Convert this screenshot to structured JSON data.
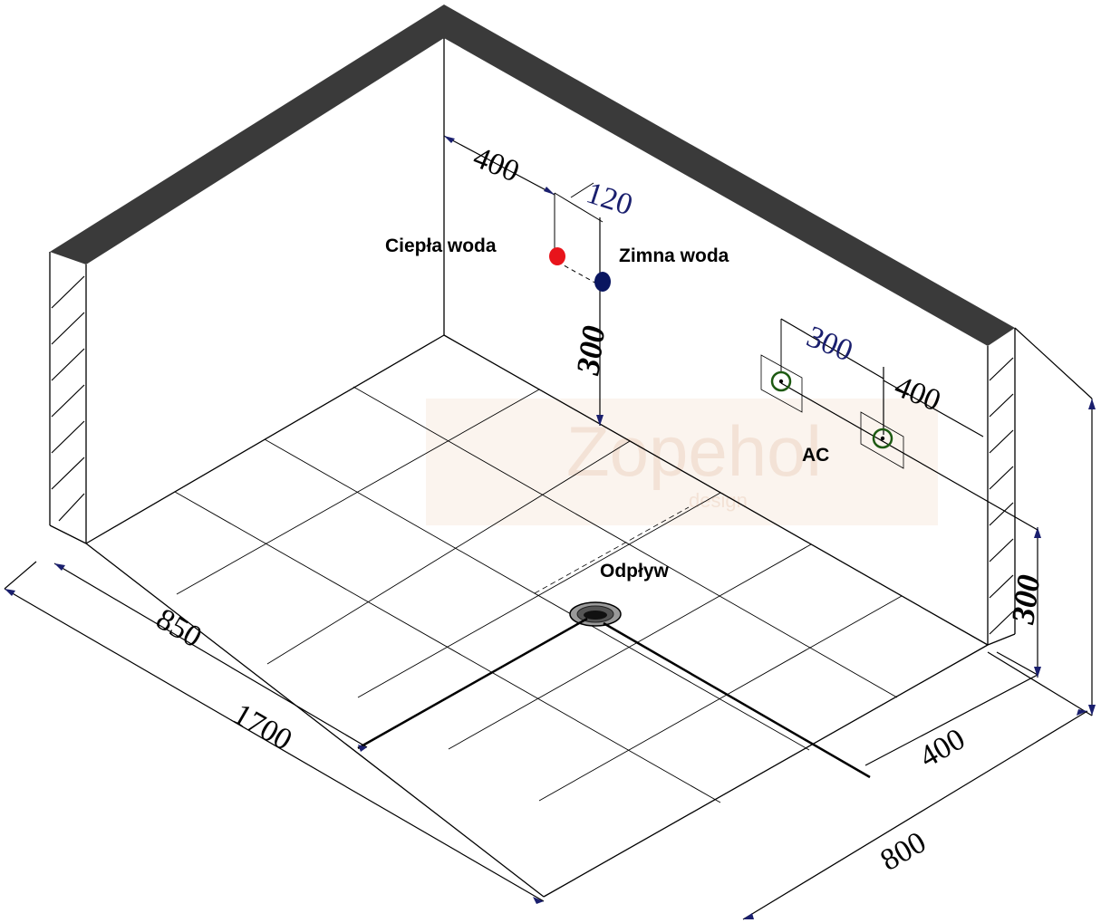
{
  "colors": {
    "wall_top": "#3a3a3a",
    "line": "#000000",
    "hot_water": "#e8141b",
    "cold_water": "#0a1660",
    "ac_outlet": "#1d5a12",
    "dim_blue": "#1a1f6e",
    "watermark": "#f6ebe2"
  },
  "labels": {
    "hot_water": "Ciepła woda",
    "cold_water": "Zimna woda",
    "ac": "AC",
    "drain": "Odpływ"
  },
  "dimensions": {
    "wall_offset": "400",
    "pipe_spacing": "120",
    "pipe_height": "300",
    "ac_spacing": "300",
    "ac_offset": "400",
    "side_height": "300",
    "drain_from_side": "850",
    "length": "1700",
    "drain_from_front": "400",
    "width": "800"
  },
  "watermark": {
    "brand": "Zopehol",
    "tagline": "design"
  },
  "icons": {
    "hot": "hot-water-outlet-icon",
    "cold": "cold-water-outlet-icon",
    "ac": "ac-outlet-icon",
    "drain": "drain-icon"
  }
}
